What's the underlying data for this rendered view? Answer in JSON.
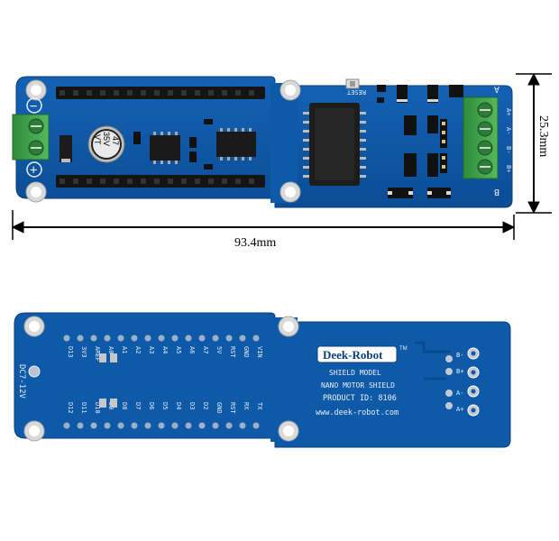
{
  "dimensions": {
    "width_label": "93.4mm",
    "height_label": "25.3mm"
  },
  "front": {
    "reset_label": "RESET",
    "cap_text": [
      "47",
      "35V",
      "VT"
    ],
    "terminal_left_top": "−",
    "terminal_left_bottom": "+",
    "corner_a": "A",
    "corner_b": "B",
    "terminal_right_labels": [
      "A+",
      "A-",
      "B-",
      "B+"
    ]
  },
  "back": {
    "brand": "Deek-Robot",
    "tm": "TM",
    "model_line": "SHIELD MODEL",
    "name_line": "NANO MOTOR SHIELD",
    "product_line": "PRODUCT ID: 8106",
    "url": "www.deek-robot.com",
    "dc_label": "DC7-12V",
    "pins_top": [
      "D13",
      "3V3",
      "AREF",
      "A0",
      "A1",
      "A2",
      "A3",
      "A4",
      "A5",
      "A6",
      "A7",
      "5V",
      "RST",
      "GND",
      "VIN"
    ],
    "pins_bottom": [
      "D12",
      "D11",
      "D10",
      "D9",
      "D8",
      "D7",
      "D6",
      "D5",
      "D4",
      "D3",
      "D2",
      "GND",
      "RST",
      "RX",
      "TX"
    ],
    "terminal_labels": [
      "B-",
      "B+",
      "A-",
      "A+"
    ]
  },
  "colors": {
    "pcb": "#0f5aa8",
    "pcb_dark": "#0a4a8f",
    "terminal": "#3fa64a",
    "header": "#141414"
  }
}
